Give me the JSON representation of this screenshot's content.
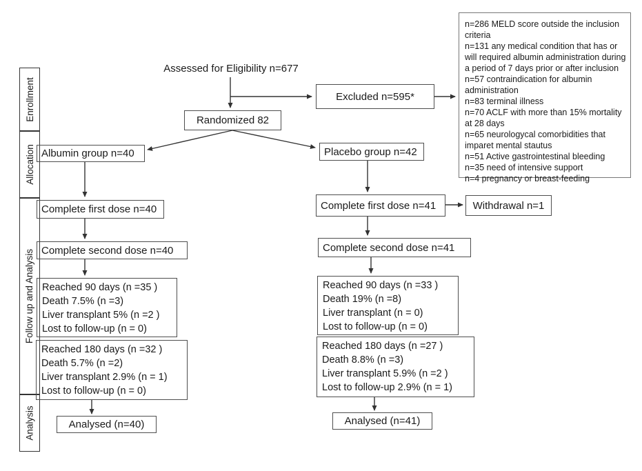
{
  "flow": {
    "assessed": "Assessed for Eligibility n=677",
    "randomized": "Randomized 82",
    "excluded": "Excluded n=595*",
    "exclusion_reasons": [
      "n=286 MELD score outside the inclusion criteria",
      "n=131 any medical condition that has or will required albumin administration during a period of 7 days prior or after inclusion",
      "n=57 contraindication for albumin administration",
      "n=83 terminal illness",
      "n=70 ACLF with more than 15% mortality at 28 days",
      "n=65 neurologycal comorbidities that imparet mental stautus",
      "n=51 Active gastrointestinal bleeding",
      "n=35 need of intensive support",
      "n=4 pregnancy or breast-feeding"
    ],
    "stages": [
      "Enrollment",
      "Allocation",
      "Follow up and Analysis",
      "Analysis"
    ],
    "albumin": {
      "group": "Albumin group n=40",
      "first_dose": "Complete first dose n=40",
      "second_dose": "Complete second dose n=40",
      "day90": [
        "Reached 90 days (n =35 )",
        "Death 7.5% (n =3)",
        "Liver transplant 5% (n =2 )",
        "Lost to follow-up (n = 0)"
      ],
      "day180": [
        "Reached 180 days (n =32 )",
        "Death 5.7% (n =2)",
        "Liver transplant 2.9% (n = 1)",
        "Lost to follow-up (n = 0)"
      ],
      "analysed": "Analysed (n=40)"
    },
    "placebo": {
      "group": "Placebo group n=42",
      "first_dose": "Complete first dose n=41",
      "withdrawal": "Withdrawal n=1",
      "second_dose": "Complete second dose n=41",
      "day90": [
        "Reached 90 days (n =33 )",
        "Death 19% (n =8)",
        "Liver transplant  (n = 0)",
        "Lost to follow-up (n = 0)"
      ],
      "day180": [
        "Reached 180 days (n =27 )",
        "Death 8.8% (n =3)",
        "Liver transplant 5.9% (n =2 )",
        "Lost to follow-up 2.9% (n = 1)"
      ],
      "analysed": "Analysed (n=41)"
    },
    "colors": {
      "line": "#333333",
      "border": "#4d4d4d",
      "text": "#1a1a1a"
    }
  }
}
